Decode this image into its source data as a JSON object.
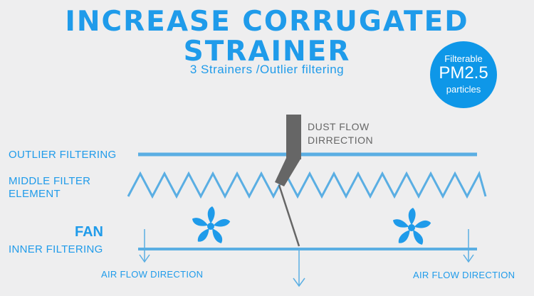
{
  "title": {
    "line1": "INCREASE CORRUGATED",
    "line2": "STRAINER",
    "subtitle": "3 Strainers /Outlier filtering"
  },
  "badge": {
    "line1": "Filterable",
    "line2": "PM2.5",
    "line3": "particles"
  },
  "labels": {
    "outlier_filtering": "OUTLIER FILTERING",
    "middle_filter_line1": "MIDDLE FILTER",
    "middle_filter_line2": "ELEMENT",
    "fan": "FAN",
    "inner_filtering": "INNER FILTERING"
  },
  "dust_flow": {
    "line1": "DUST FLOW",
    "line2": "DIRRECTION"
  },
  "air_flow": {
    "left": "AIR FLOW DIRECTION",
    "right": "AIR FLOW DIRECTION"
  },
  "colors": {
    "background": "#eeeeef",
    "accent": "#1f9bea",
    "filter_line": "#5aaee3",
    "dust_arrow": "#666666"
  },
  "icons": [
    "fan-icon",
    "arrow-down-icon",
    "dust-arrow-icon"
  ]
}
